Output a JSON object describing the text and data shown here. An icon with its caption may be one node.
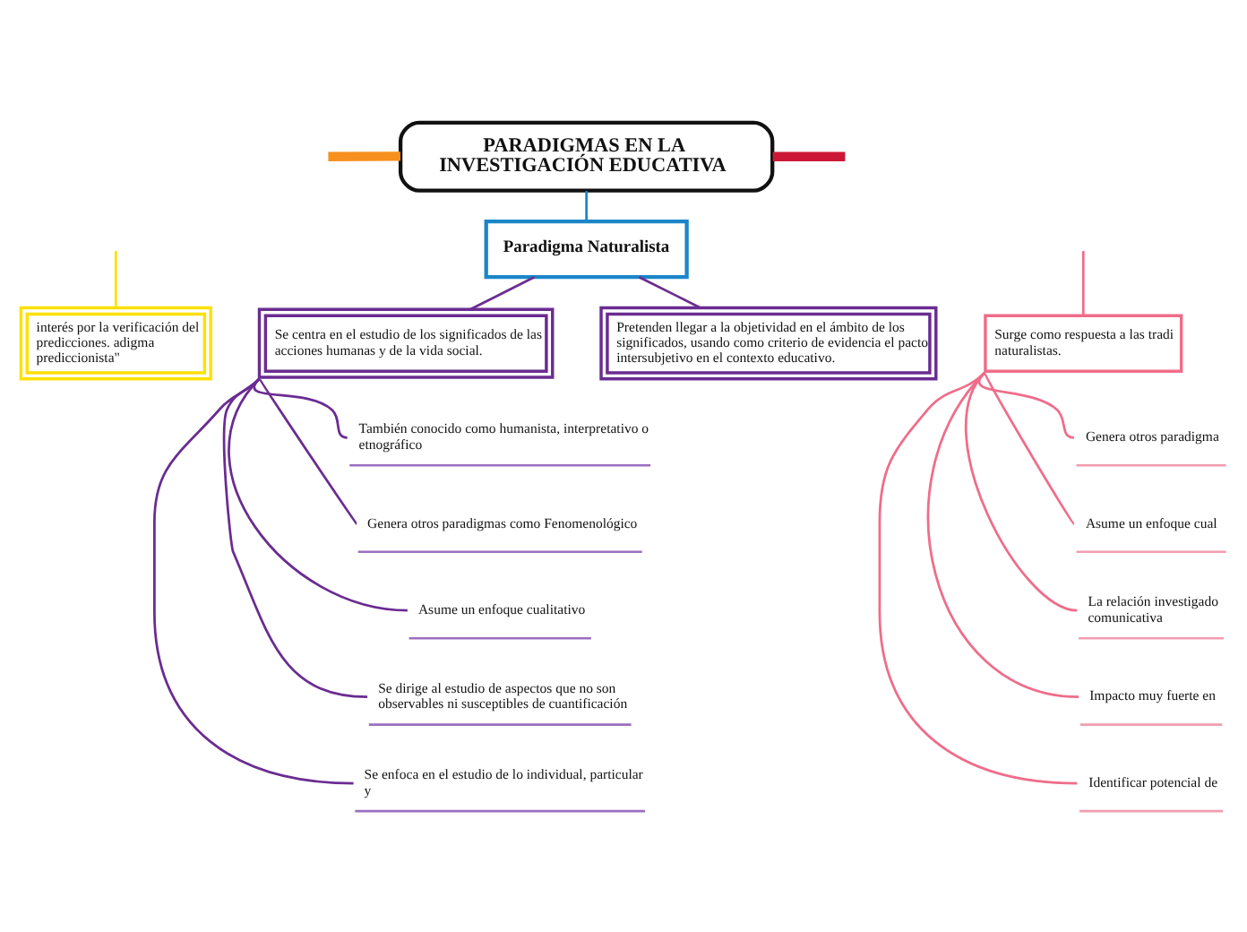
{
  "diagram": {
    "nodes": [
      {
        "text": [
          "PARADIGMAS EN LA INVESTIGACIÓN EDUCATIVA"
        ]
      },
      {
        "text": [
          "Paradigma Naturalista"
        ]
      },
      {
        "text": [
          "interés por la verificación del predicciones. adigma prediccionista\""
        ]
      },
      {
        "text": [
          "Se centra en el estudio de los significados de las acciones humanas y de la vida social."
        ]
      },
      {
        "text": [
          "Pretenden llegar a la objetividad en el ámbito de los significados, usando como criterio de evidencia el pacto intersubjetivo en el contexto educativo."
        ]
      },
      {
        "text": [
          "Surge como respuesta a las tradi naturalistas."
        ]
      },
      {
        "text": [
          "También conocido como humanista, interpretativo o etnográfico"
        ]
      },
      {
        "text": [
          "Genera otros paradigmas como Fenomenológico"
        ]
      },
      {
        "text": [
          "Asume un enfoque cualitativo"
        ]
      },
      {
        "text": [
          "Se dirige al estudio de aspectos que no son observables ni susceptibles de cuantificación"
        ]
      },
      {
        "text": [
          "Se enfoca en el estudio de lo individual, particular y"
        ]
      },
      {
        "text": [
          "Genera otros paradigma"
        ]
      },
      {
        "text": [
          "Asume un enfoque cual"
        ]
      },
      {
        "text": [
          "La relación investigado comunicativa"
        ]
      },
      {
        "text": [
          "Impacto muy fuerte en"
        ]
      },
      {
        "text": [
          "Identificar potencial de"
        ]
      }
    ],
    "edges": [
      {
        "from": 0,
        "to": null,
        "arrow": "none",
        "style": "thick",
        "color": "#cc1836"
      },
      {
        "from": 0,
        "to": 1,
        "arrow": "none",
        "color": "#1a86c8"
      },
      {
        "from": 0,
        "to": null,
        "arrow": "none",
        "style": "thick",
        "color": "#f7901e"
      },
      {
        "from": null,
        "to": 2,
        "arrow": "none",
        "color": "#ffe000"
      },
      {
        "from": 1,
        "to": 3,
        "arrow": "none"
      },
      {
        "from": 1,
        "to": 4,
        "arrow": "none"
      },
      {
        "from": null,
        "to": 5,
        "arrow": "none",
        "color": "#ef6d8a"
      },
      {
        "from": 3,
        "to": 6,
        "arrow": "none"
      },
      {
        "from": 3,
        "to": 7,
        "arrow": "none"
      },
      {
        "from": 3,
        "to": 8,
        "arrow": "none"
      },
      {
        "from": 3,
        "to": 9,
        "arrow": "none"
      },
      {
        "from": 3,
        "to": 10,
        "arrow": "none"
      },
      {
        "from": 5,
        "to": 11,
        "arrow": "none",
        "color": "#ef6d8a"
      },
      {
        "from": 5,
        "to": 12,
        "arrow": "none",
        "color": "#ef6d8a"
      },
      {
        "from": 5,
        "to": 13,
        "arrow": "none",
        "color": "#ef6d8a"
      },
      {
        "from": 5,
        "to": 14,
        "arrow": "none",
        "color": "#ef6d8a"
      },
      {
        "from": 5,
        "to": 15,
        "arrow": "none",
        "color": "#ef6d8a"
      }
    ]
  }
}
